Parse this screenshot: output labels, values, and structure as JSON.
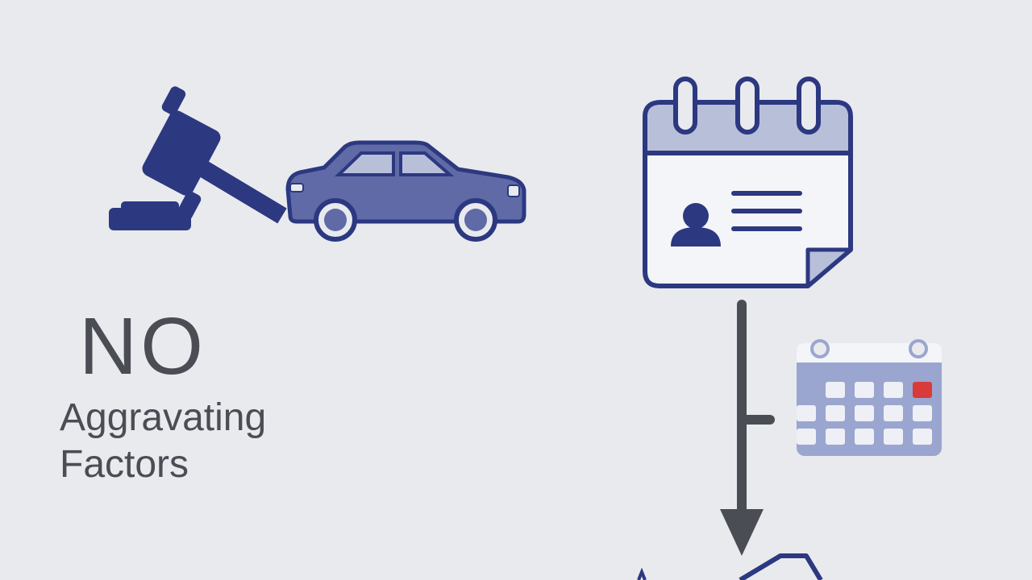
{
  "headline": {
    "no": "NO",
    "line1": "Aggravating",
    "line2": "Factors"
  },
  "colors": {
    "background": "#e8eaee",
    "navy": "#2c3880",
    "car_fill": "#5f6aa7",
    "calendar_header": "#b8bfd9",
    "calendar_body": "#f4f5f8",
    "small_calendar": "#9aa6cf",
    "highlight_day": "#d93a3a",
    "arrow": "#4b4d55",
    "text": "#4b4d55"
  },
  "icons": [
    "gavel-icon",
    "car-icon",
    "calendar-profile-icon",
    "small-calendar-icon",
    "down-arrow-icon"
  ]
}
